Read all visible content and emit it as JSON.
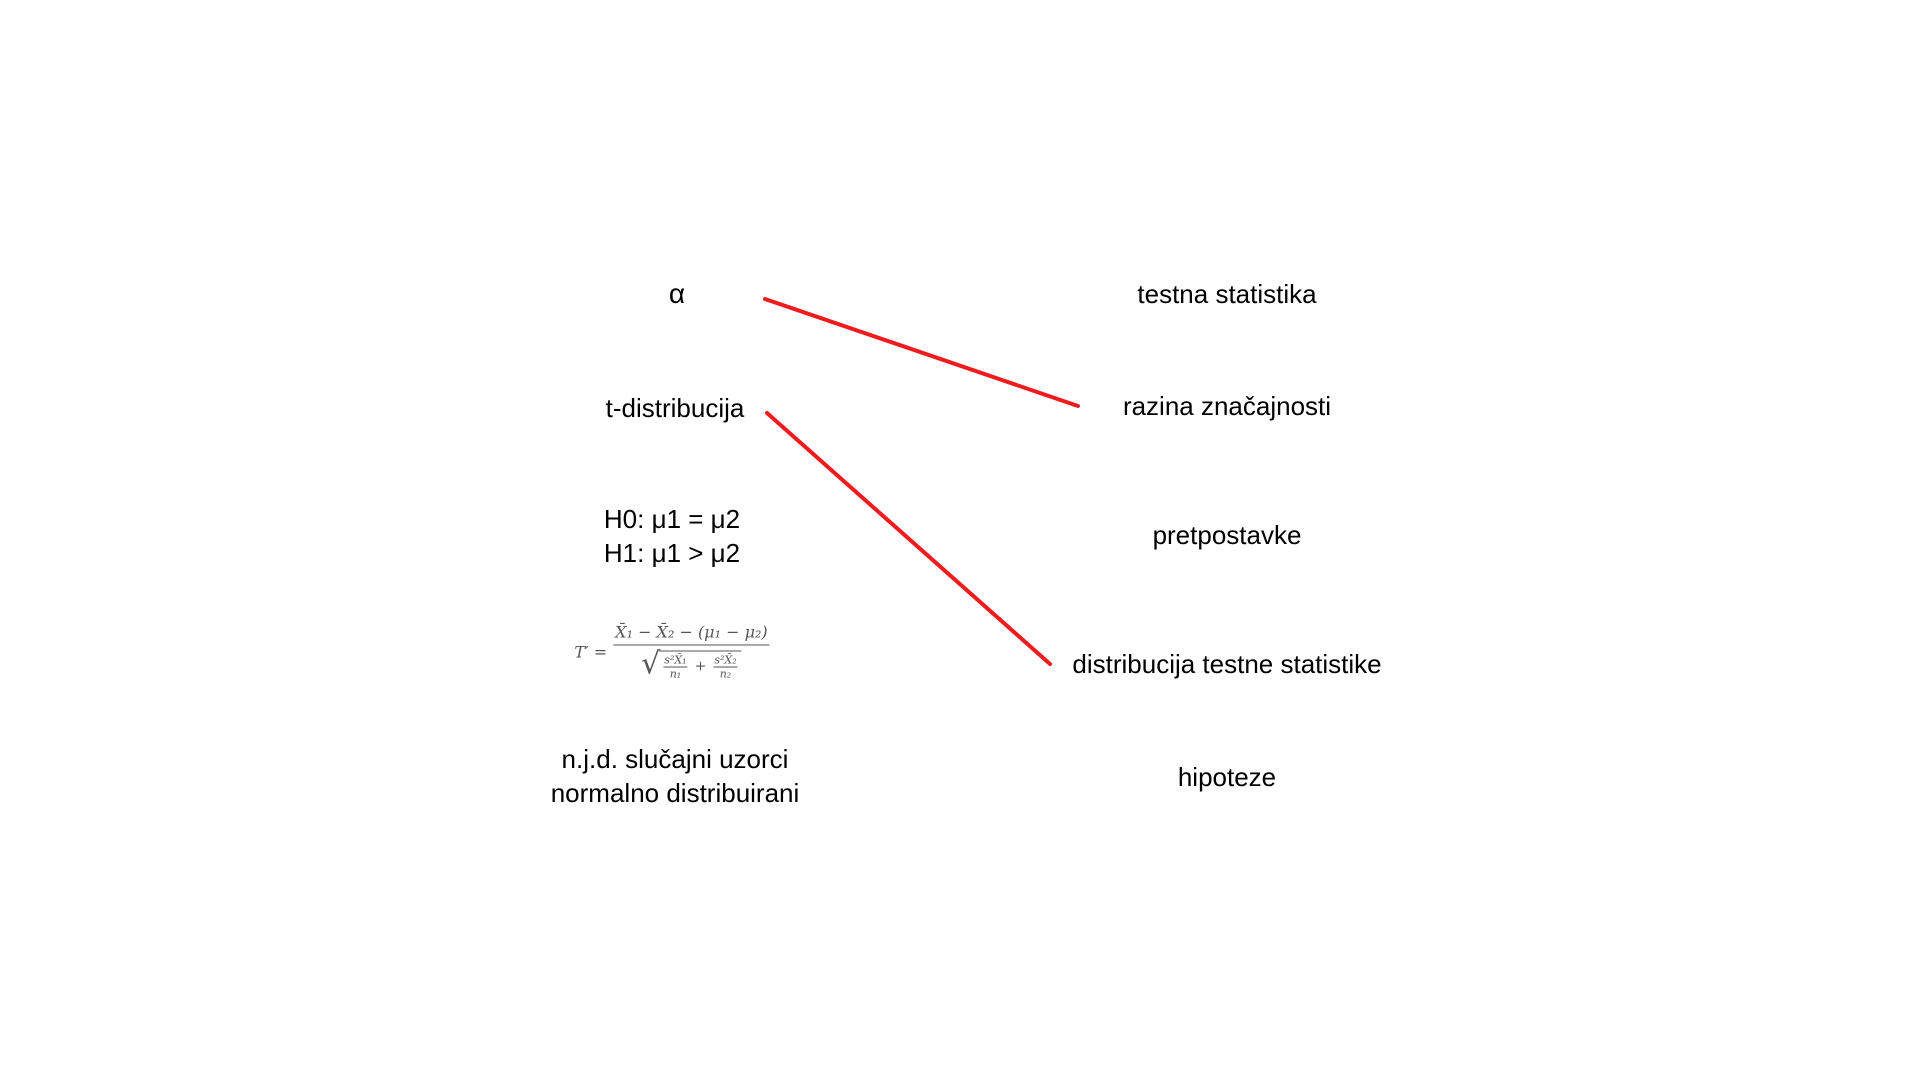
{
  "left_items": {
    "alpha": "α",
    "t_distribution": "t-distribucija",
    "hypotheses": [
      "H0: μ1 = μ2",
      "H1: μ1 > μ2"
    ],
    "formula": {
      "lhs": "T′ =",
      "numerator": "X̄₁ − X̄₂ − (μ₁ − μ₂)",
      "term1_num": "s²X̄₁",
      "term1_den": "n₁",
      "plus": "+",
      "term2_num": "s²X̄₂",
      "term2_den": "n₂"
    },
    "assumptions": [
      "n.j.d. slučajni uzorci",
      "normalno distribuirani"
    ]
  },
  "right_items": {
    "test_statistic": "testna statistika",
    "significance_level": "razina značajnosti",
    "assumptions": "pretpostavke",
    "test_statistic_distribution": "distribucija testne statistike",
    "hypotheses": "hipoteze"
  },
  "connections": [
    {
      "from": "alpha",
      "to": "significance_level",
      "color": "#ee1c1c"
    },
    {
      "from": "t_distribution",
      "to": "test_statistic_distribution",
      "color": "#ee1c1c"
    }
  ]
}
